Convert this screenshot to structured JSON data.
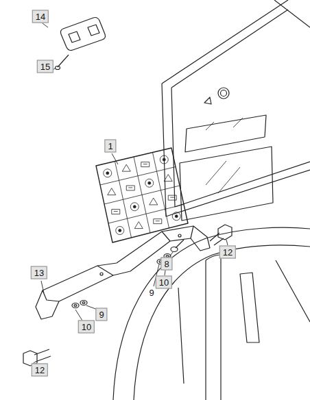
{
  "diagram": {
    "labels": [
      "14",
      "15",
      "1",
      "12",
      "13",
      "8",
      "10",
      "9",
      "10",
      "9",
      "12"
    ]
  }
}
